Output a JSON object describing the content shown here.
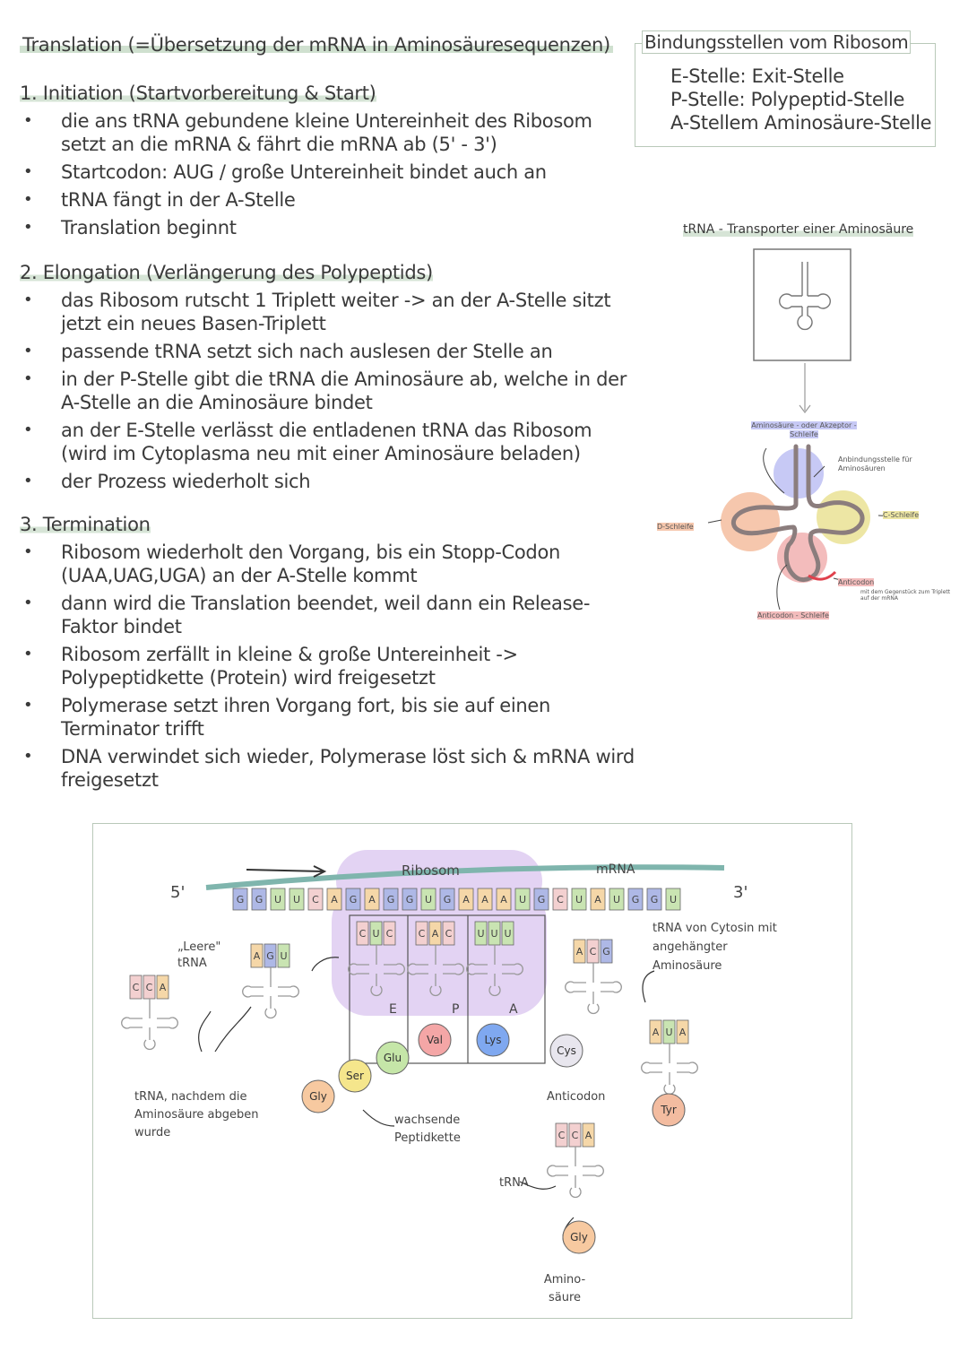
{
  "title": "Translation (=Übersetzung der mRNA in Aminosäuresequenzen)",
  "sections": [
    {
      "heading": "1.   Initiation (Startvorbereitung & Start)",
      "bullets": [
        "die ans tRNA gebundene kleine Untereinheit des Ribosom setzt an die mRNA & fährt die mRNA ab (5' - 3')",
        "Startcodon: AUG / große Untereinheit bindet auch an",
        "tRNA fängt in der A-Stelle",
        "Translation beginnt"
      ]
    },
    {
      "heading": "2. Elongation (Verlängerung des Polypeptids)",
      "bullets": [
        "das Ribosom rutscht 1 Triplett weiter -> an der A-Stelle sitzt jetzt ein neues Basen-Triplett",
        "passende tRNA setzt sich nach auslesen der Stelle an",
        "in der P-Stelle gibt die tRNA die Aminosäure ab, welche in der A-Stelle an die Aminosäure bindet",
        "an der E-Stelle verlässt die entladenen tRNA das Ribosom (wird im Cytoplasma neu mit einer Aminosäure beladen)",
        "der Prozess wiederholt sich"
      ]
    },
    {
      "heading": "3. Termination",
      "bullets": [
        "Ribosom wiederholt den Vorgang, bis ein Stopp-Codon (UAA,UAG,UGA) an der A-Stelle kommt",
        "dann wird die Translation beendet, weil dann ein Release-Faktor bindet",
        "Ribosom zerfällt in kleine & große Untereinheit -> Polypeptidkette (Protein) wird freigesetzt",
        "Polymerase setzt ihren Vorgang fort, bis sie auf einen Terminator trifft",
        "DNA verwindet sich wieder, Polymerase löst sich & mRNA wird freigesetzt"
      ]
    }
  ],
  "binding_box": {
    "title": "Bindungsstellen vom Ribosom",
    "lines": [
      "E-Stelle: Exit-Stelle",
      "P-Stelle: Polypeptid-Stelle",
      "A-Stellem Aminosäure-Stelle"
    ]
  },
  "trna_diagram": {
    "title": "tRNA - Transporter einer Aminosäure",
    "labels": {
      "acceptor": "Aminosäure - oder Akzeptor - Schleife",
      "binding_site": "Anbindungsstelle für Aminosäuren",
      "d_loop": "D-Schleife",
      "c_loop": "C-Schleife",
      "anticodon": "Anticodon",
      "anticodon_note": "mit dem Gegenstück zum Triplett auf der mRNA",
      "anticodon_loop": "Anticodon - Schleife"
    }
  },
  "figure": {
    "five_prime": "5'",
    "three_prime": "3'",
    "ribosome": "Ribosom",
    "mrna": "mRNA",
    "mrna_bases": [
      "G",
      "G",
      "U",
      "U",
      "C",
      "A",
      "G",
      "A",
      "G",
      "G",
      "U",
      "G",
      "A",
      "A",
      "A",
      "U",
      "G",
      "C",
      "U",
      "A",
      "U",
      "G",
      "G",
      "U"
    ],
    "empty_trna": "„Leere\" tRNA",
    "trna_after": "tRNA, nachdem die Aminosäure abgeben wurde",
    "sites": [
      "E",
      "P",
      "A"
    ],
    "ribo_anticodons": [
      [
        "C",
        "U",
        "C"
      ],
      [
        "C",
        "A",
        "C"
      ],
      [
        "U",
        "U",
        "U"
      ]
    ],
    "amino_acids": {
      "val": "Val",
      "lys": "Lys",
      "glu": "Glu",
      "ser": "Ser",
      "gly": "Gly",
      "cys": "Cys",
      "tyr": "Tyr",
      "gly2": "Gly"
    },
    "growing_chain": "wachsende Peptidkette",
    "cytosin_label": "tRNA von Cytosin mit angehängter Aminosäure",
    "anticodon": "Anticodon",
    "trna": "tRNA",
    "amino": "Amino- säure",
    "left_trna1": [
      "C",
      "C",
      "A"
    ],
    "left_trna2": [
      "A",
      "G",
      "U"
    ],
    "cys_trna": [
      "A",
      "C",
      "G"
    ],
    "tyr_trna": [
      "A",
      "U",
      "A"
    ],
    "gly_trna": [
      "C",
      "C",
      "A"
    ]
  },
  "colors": {
    "highlight": "#d6e4d6",
    "ribosome": "#e3d3f3",
    "base_g": "#aeb8e6",
    "base_u": "#c9e4b2",
    "base_c": "#f3d0d0",
    "base_a": "#f5d7a8"
  }
}
